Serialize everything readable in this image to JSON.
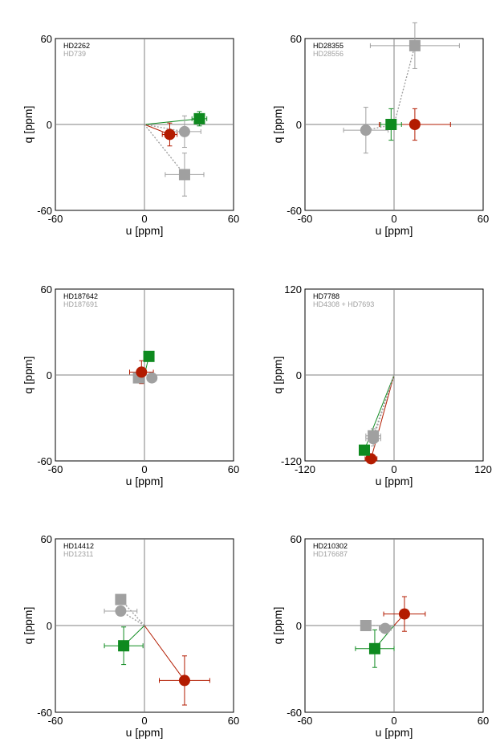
{
  "colors": {
    "red": "#b31b00",
    "green": "#0e8a1f",
    "grey": "#a0a0a0"
  },
  "chart_data": [
    {
      "type": "scatter",
      "title": "",
      "xlabel": "u [ppm]",
      "ylabel": "q [ppm]",
      "xlim": [
        -60,
        60
      ],
      "ylim": [
        -60,
        60
      ],
      "xticks": [
        "-60",
        "0",
        "60"
      ],
      "yticks": [
        "60",
        "0",
        "-60"
      ],
      "legend": [
        "HD2262",
        "HD739"
      ],
      "points": [
        {
          "series": "HD2262",
          "marker": "circle",
          "color": "red",
          "u": 17,
          "q": -7,
          "uerr": 5,
          "qerr": 8
        },
        {
          "series": "HD2262",
          "marker": "square",
          "color": "green",
          "u": 37,
          "q": 4,
          "uerr": 5,
          "qerr": 5
        },
        {
          "series": "HD739",
          "marker": "circle",
          "color": "grey",
          "u": 27,
          "q": -5,
          "uerr": 11,
          "qerr": 11
        },
        {
          "series": "HD739",
          "marker": "square",
          "color": "grey",
          "u": 27,
          "q": -35,
          "uerr": 13,
          "qerr": 15
        }
      ]
    },
    {
      "type": "scatter",
      "title": "",
      "xlabel": "u [ppm]",
      "ylabel": "q [ppm]",
      "xlim": [
        -60,
        60
      ],
      "ylim": [
        -60,
        60
      ],
      "xticks": [
        "-60",
        "0",
        "60"
      ],
      "yticks": [
        "60",
        "0",
        "-60"
      ],
      "legend": [
        "HD28355",
        "HD28556"
      ],
      "points": [
        {
          "series": "HD28355",
          "marker": "circle",
          "color": "red",
          "u": 14,
          "q": 0,
          "uerr": 24,
          "qerr": 11
        },
        {
          "series": "HD28355",
          "marker": "square",
          "color": "green",
          "u": -2,
          "q": 0,
          "uerr": 7,
          "qerr": 11
        },
        {
          "series": "HD28556",
          "marker": "circle",
          "color": "grey",
          "u": -19,
          "q": -4,
          "uerr": 15,
          "qerr": 16
        },
        {
          "series": "HD28556",
          "marker": "square",
          "color": "grey",
          "u": 14,
          "q": 55,
          "uerr": 30,
          "qerr": 16
        }
      ]
    },
    {
      "type": "scatter",
      "title": "",
      "xlabel": "u [ppm]",
      "ylabel": "q [ppm]",
      "xlim": [
        -60,
        60
      ],
      "ylim": [
        -60,
        60
      ],
      "xticks": [
        "-60",
        "0",
        "60"
      ],
      "yticks": [
        "60",
        "0",
        "-60"
      ],
      "legend": [
        "HD187642",
        "HD187691"
      ],
      "points": [
        {
          "series": "HD187642",
          "marker": "circle",
          "color": "red",
          "u": -2,
          "q": 2,
          "uerr": 8,
          "qerr": 8
        },
        {
          "series": "HD187642",
          "marker": "square",
          "color": "green",
          "u": 3,
          "q": 13,
          "uerr": 0,
          "qerr": 0
        },
        {
          "series": "HD187691",
          "marker": "circle",
          "color": "grey",
          "u": 5,
          "q": -2,
          "uerr": 3,
          "qerr": 3
        },
        {
          "series": "HD187691",
          "marker": "square",
          "color": "grey",
          "u": -4,
          "q": -2,
          "uerr": 3,
          "qerr": 3
        }
      ]
    },
    {
      "type": "scatter",
      "title": "",
      "xlabel": "u [ppm]",
      "ylabel": "q [ppm]",
      "xlim": [
        -120,
        120
      ],
      "ylim": [
        -120,
        120
      ],
      "xticks": [
        "-120",
        "0",
        "120"
      ],
      "yticks": [
        "120",
        "0",
        "-120"
      ],
      "legend": [
        "HD7788",
        "HD4308 + HD7693"
      ],
      "points": [
        {
          "series": "HD7788",
          "marker": "circle",
          "color": "red",
          "u": -31,
          "q": -117,
          "uerr": 8,
          "qerr": 6
        },
        {
          "series": "HD7788",
          "marker": "square",
          "color": "green",
          "u": -40,
          "q": -105,
          "uerr": 6,
          "qerr": 6
        },
        {
          "series": "HD4308 + HD7693",
          "marker": "circle",
          "color": "grey",
          "u": -28,
          "q": -89,
          "uerr": 10,
          "qerr": 10
        },
        {
          "series": "HD4308 + HD7693",
          "marker": "square",
          "color": "grey",
          "u": -28,
          "q": -85,
          "uerr": 10,
          "qerr": 10
        }
      ]
    },
    {
      "type": "scatter",
      "title": "",
      "xlabel": "u [ppm]",
      "ylabel": "q [ppm]",
      "xlim": [
        -60,
        60
      ],
      "ylim": [
        -60,
        60
      ],
      "xticks": [
        "-60",
        "0",
        "60"
      ],
      "yticks": [
        "60",
        "0",
        "-60"
      ],
      "legend": [
        "HD14412",
        "HD12311"
      ],
      "points": [
        {
          "series": "HD14412",
          "marker": "circle",
          "color": "red",
          "u": 27,
          "q": -38,
          "uerr": 17,
          "qerr": 17
        },
        {
          "series": "HD14412",
          "marker": "square",
          "color": "green",
          "u": -14,
          "q": -14,
          "uerr": 13,
          "qerr": 13
        },
        {
          "series": "HD12311",
          "marker": "circle",
          "color": "grey",
          "u": -16,
          "q": 10,
          "uerr": 11,
          "qerr": 3
        },
        {
          "series": "HD12311",
          "marker": "square",
          "color": "grey",
          "u": -16,
          "q": 18,
          "uerr": 0,
          "qerr": 0
        }
      ]
    },
    {
      "type": "scatter",
      "title": "",
      "xlabel": "u [ppm]",
      "ylabel": "q [ppm]",
      "xlim": [
        -60,
        60
      ],
      "ylim": [
        -60,
        60
      ],
      "xticks": [
        "-60",
        "0",
        "60"
      ],
      "yticks": [
        "60",
        "0",
        "-60"
      ],
      "legend": [
        "HD210302",
        "HD176687"
      ],
      "points": [
        {
          "series": "HD210302",
          "marker": "circle",
          "color": "red",
          "u": 7,
          "q": 8,
          "uerr": 14,
          "qerr": 12
        },
        {
          "series": "HD210302",
          "marker": "square",
          "color": "green",
          "u": -13,
          "q": -16,
          "uerr": 13,
          "qerr": 13
        },
        {
          "series": "HD176687",
          "marker": "circle",
          "color": "grey",
          "u": -6,
          "q": -2,
          "uerr": 4,
          "qerr": 3
        },
        {
          "series": "HD176687",
          "marker": "square",
          "color": "grey",
          "u": -19,
          "q": 0,
          "uerr": 0,
          "qerr": 0
        }
      ]
    }
  ]
}
